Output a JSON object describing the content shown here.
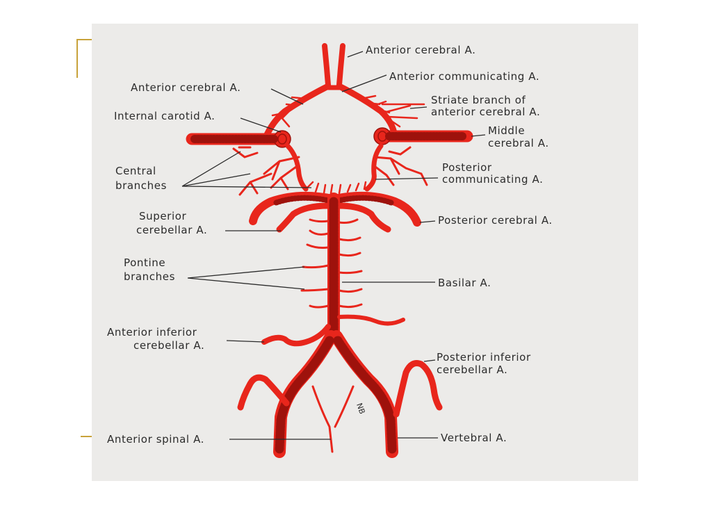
{
  "labels": {
    "anterior_cerebral_top": "Anterior cerebral A.",
    "anterior_communicating": "Anterior communicating A.",
    "anterior_cerebral_left": "Anterior cerebral A.",
    "striate_branch_line1": "Striate branch of",
    "striate_branch_line2": "anterior cerebral A.",
    "internal_carotid": "Internal carotid A.",
    "middle_cerebral_line1": "Middle",
    "middle_cerebral_line2": "cerebral A.",
    "central_branches_line1": "Central",
    "central_branches_line2": "branches",
    "posterior_communicating_line1": "Posterior",
    "posterior_communicating_line2": "communicating A.",
    "superior_cerebellar_line1": "Superior",
    "superior_cerebellar_line2": "cerebellar A.",
    "posterior_cerebral": "Posterior cerebral A.",
    "pontine_branches_line1": "Pontine",
    "pontine_branches_line2": "branches",
    "basilar": "Basilar A.",
    "anterior_inferior_cerebellar_line1": "Anterior inferior",
    "anterior_inferior_cerebellar_line2": "cerebellar A.",
    "posterior_inferior_cerebellar_line1": "Posterior inferior",
    "posterior_inferior_cerebellar_line2": "cerebellar A.",
    "anterior_spinal": "Anterior spinal A.",
    "vertebral": "Vertebral A."
  },
  "artist_initials": "NB",
  "colors": {
    "artery": "#e8261c",
    "panel": "#ecebe9",
    "text": "#2b2b2b",
    "accent": "#c8a23a"
  }
}
